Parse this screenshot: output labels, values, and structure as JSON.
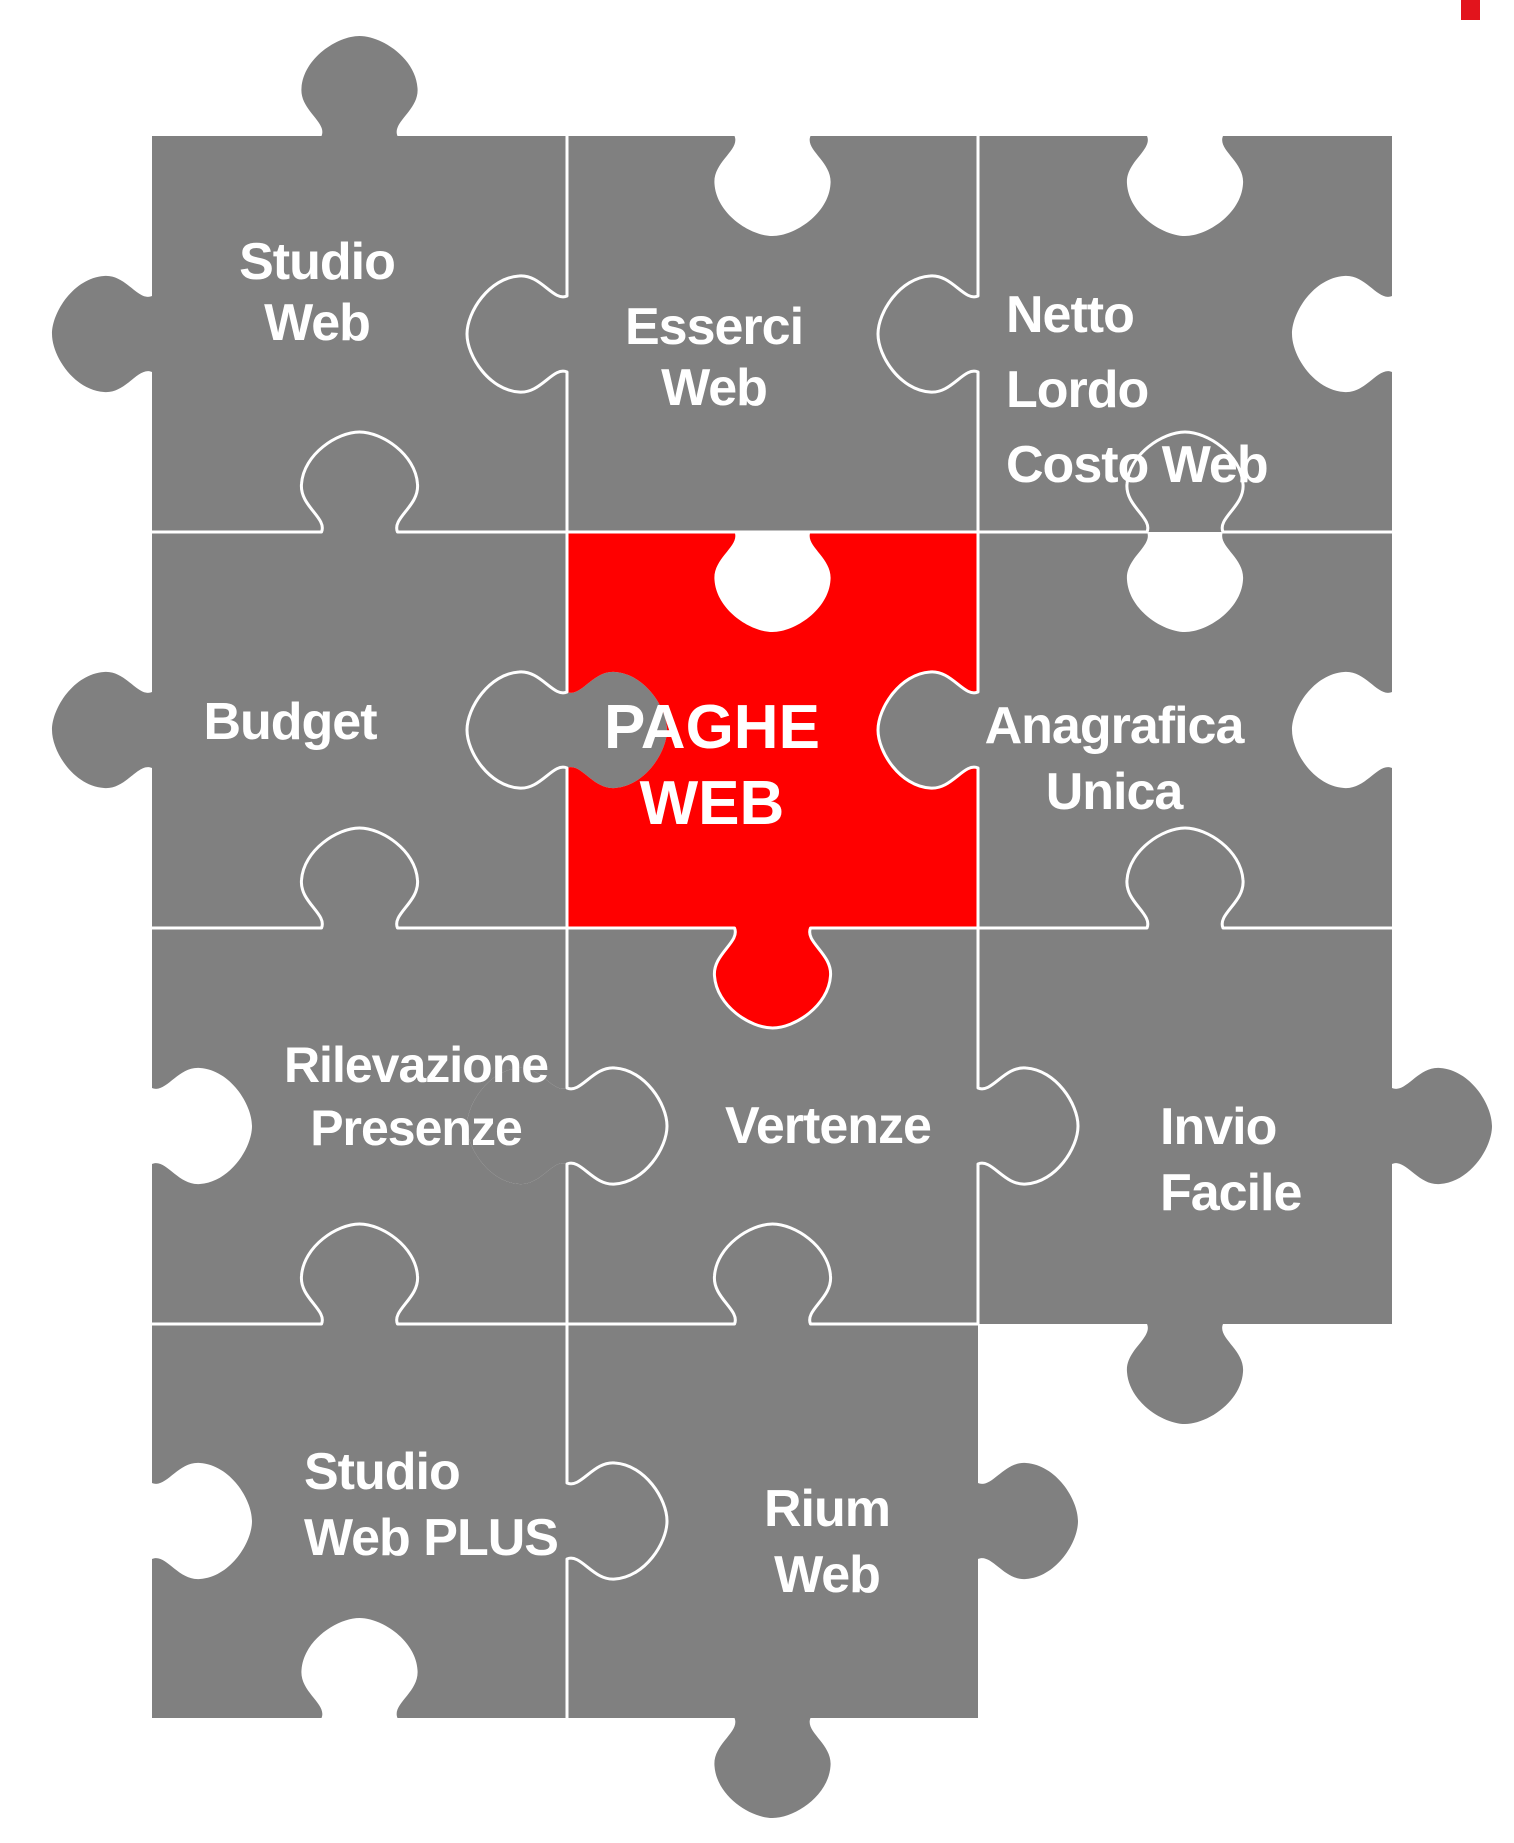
{
  "colors": {
    "piece": "#808080",
    "highlight": "#ff0000",
    "seam": "#ffffff",
    "text": "#ffffff",
    "corner_mark": "#e2141c"
  },
  "pieces": [
    {
      "id": "studio-web",
      "lines": [
        "Studio",
        "Web"
      ]
    },
    {
      "id": "esserci-web",
      "lines": [
        "Esserci",
        "Web"
      ]
    },
    {
      "id": "netto-lordo",
      "lines": [
        "Netto",
        "Lordo",
        "Costo Web"
      ]
    },
    {
      "id": "budget",
      "lines": [
        "Budget"
      ]
    },
    {
      "id": "paghe-web",
      "lines": [
        "PAGHE",
        "WEB"
      ],
      "highlight": true
    },
    {
      "id": "anagrafica-unica",
      "lines": [
        "Anagrafica",
        "Unica"
      ]
    },
    {
      "id": "rilevazione-presenze",
      "lines": [
        "Rilevazione",
        "Presenze"
      ]
    },
    {
      "id": "vertenze",
      "lines": [
        "Vertenze"
      ]
    },
    {
      "id": "invio-facile",
      "lines": [
        "Invio",
        "Facile"
      ]
    },
    {
      "id": "studio-web-plus",
      "lines": [
        "Studio",
        "Web PLUS"
      ]
    },
    {
      "id": "rium-web",
      "lines": [
        "Rium",
        "Web"
      ]
    }
  ]
}
